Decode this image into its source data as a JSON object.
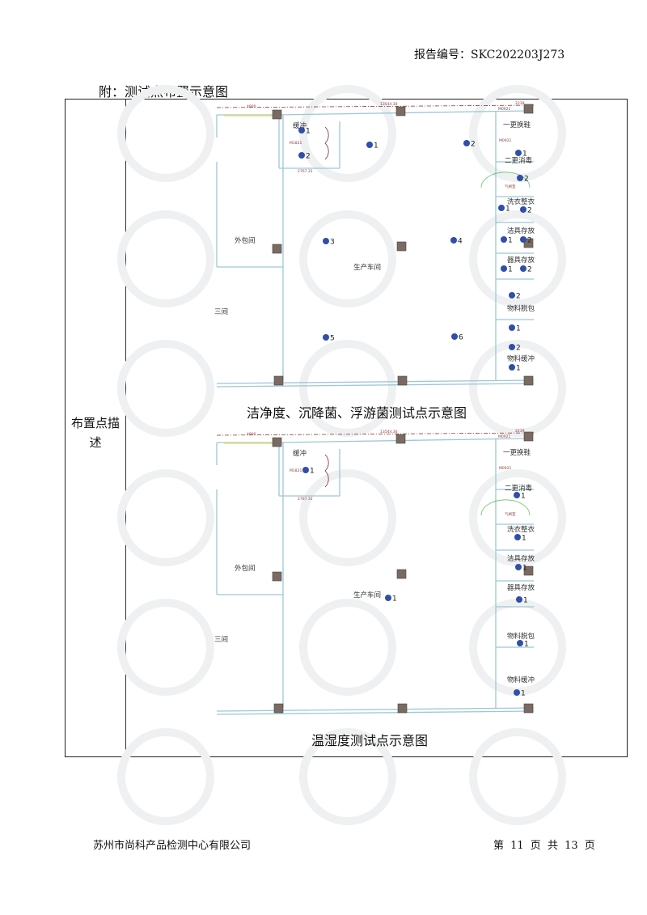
{
  "header": {
    "report_no": "报告编号：SKC202203J273"
  },
  "appendix_title": "附：测试点布置示意图",
  "table": {
    "row_label": "布置点描述"
  },
  "plan1": {
    "caption": "洁净度、沉降菌、浮游菌测试点示意图",
    "rooms": [
      "缓冲",
      "一更换鞋",
      "二更消毒",
      "气闸室",
      "洗衣整衣",
      "洁具存放",
      "器具存放",
      "物料脱包",
      "物料缓冲",
      "外包间",
      "生产车间",
      "三间"
    ],
    "dims": [
      "4900",
      "13544.30",
      "2239",
      "2767.31",
      "M1821",
      "M0921",
      "M0921"
    ],
    "points": [
      "1",
      "2",
      "1",
      "2",
      "3",
      "4",
      "5",
      "6",
      "1",
      "2",
      "1",
      "2",
      "1",
      "2",
      "1",
      "2",
      "2",
      "1",
      "2",
      "1"
    ]
  },
  "plan2": {
    "caption": "温湿度测试点示意图",
    "rooms": [
      "缓冲",
      "一更换鞋",
      "二更消毒",
      "气闸室",
      "洗衣整衣",
      "洁具存放",
      "器具存放",
      "物料脱包",
      "物料缓冲",
      "外包间",
      "生产车间",
      "三间"
    ],
    "dims": [
      "4900",
      "13544.30",
      "2239",
      "2767.31",
      "M1821",
      "M0921",
      "M0921"
    ],
    "points": [
      "1",
      "1",
      "1",
      "1",
      "1",
      "1",
      "1",
      "1"
    ]
  },
  "footer": {
    "company": "苏州市尚科产品检测中心有限公司",
    "page": "第 11 页 共 13 页"
  },
  "colors": {
    "point": "#2f4fa8",
    "wall": "#9cc8d6",
    "column": "#7a6a62"
  }
}
